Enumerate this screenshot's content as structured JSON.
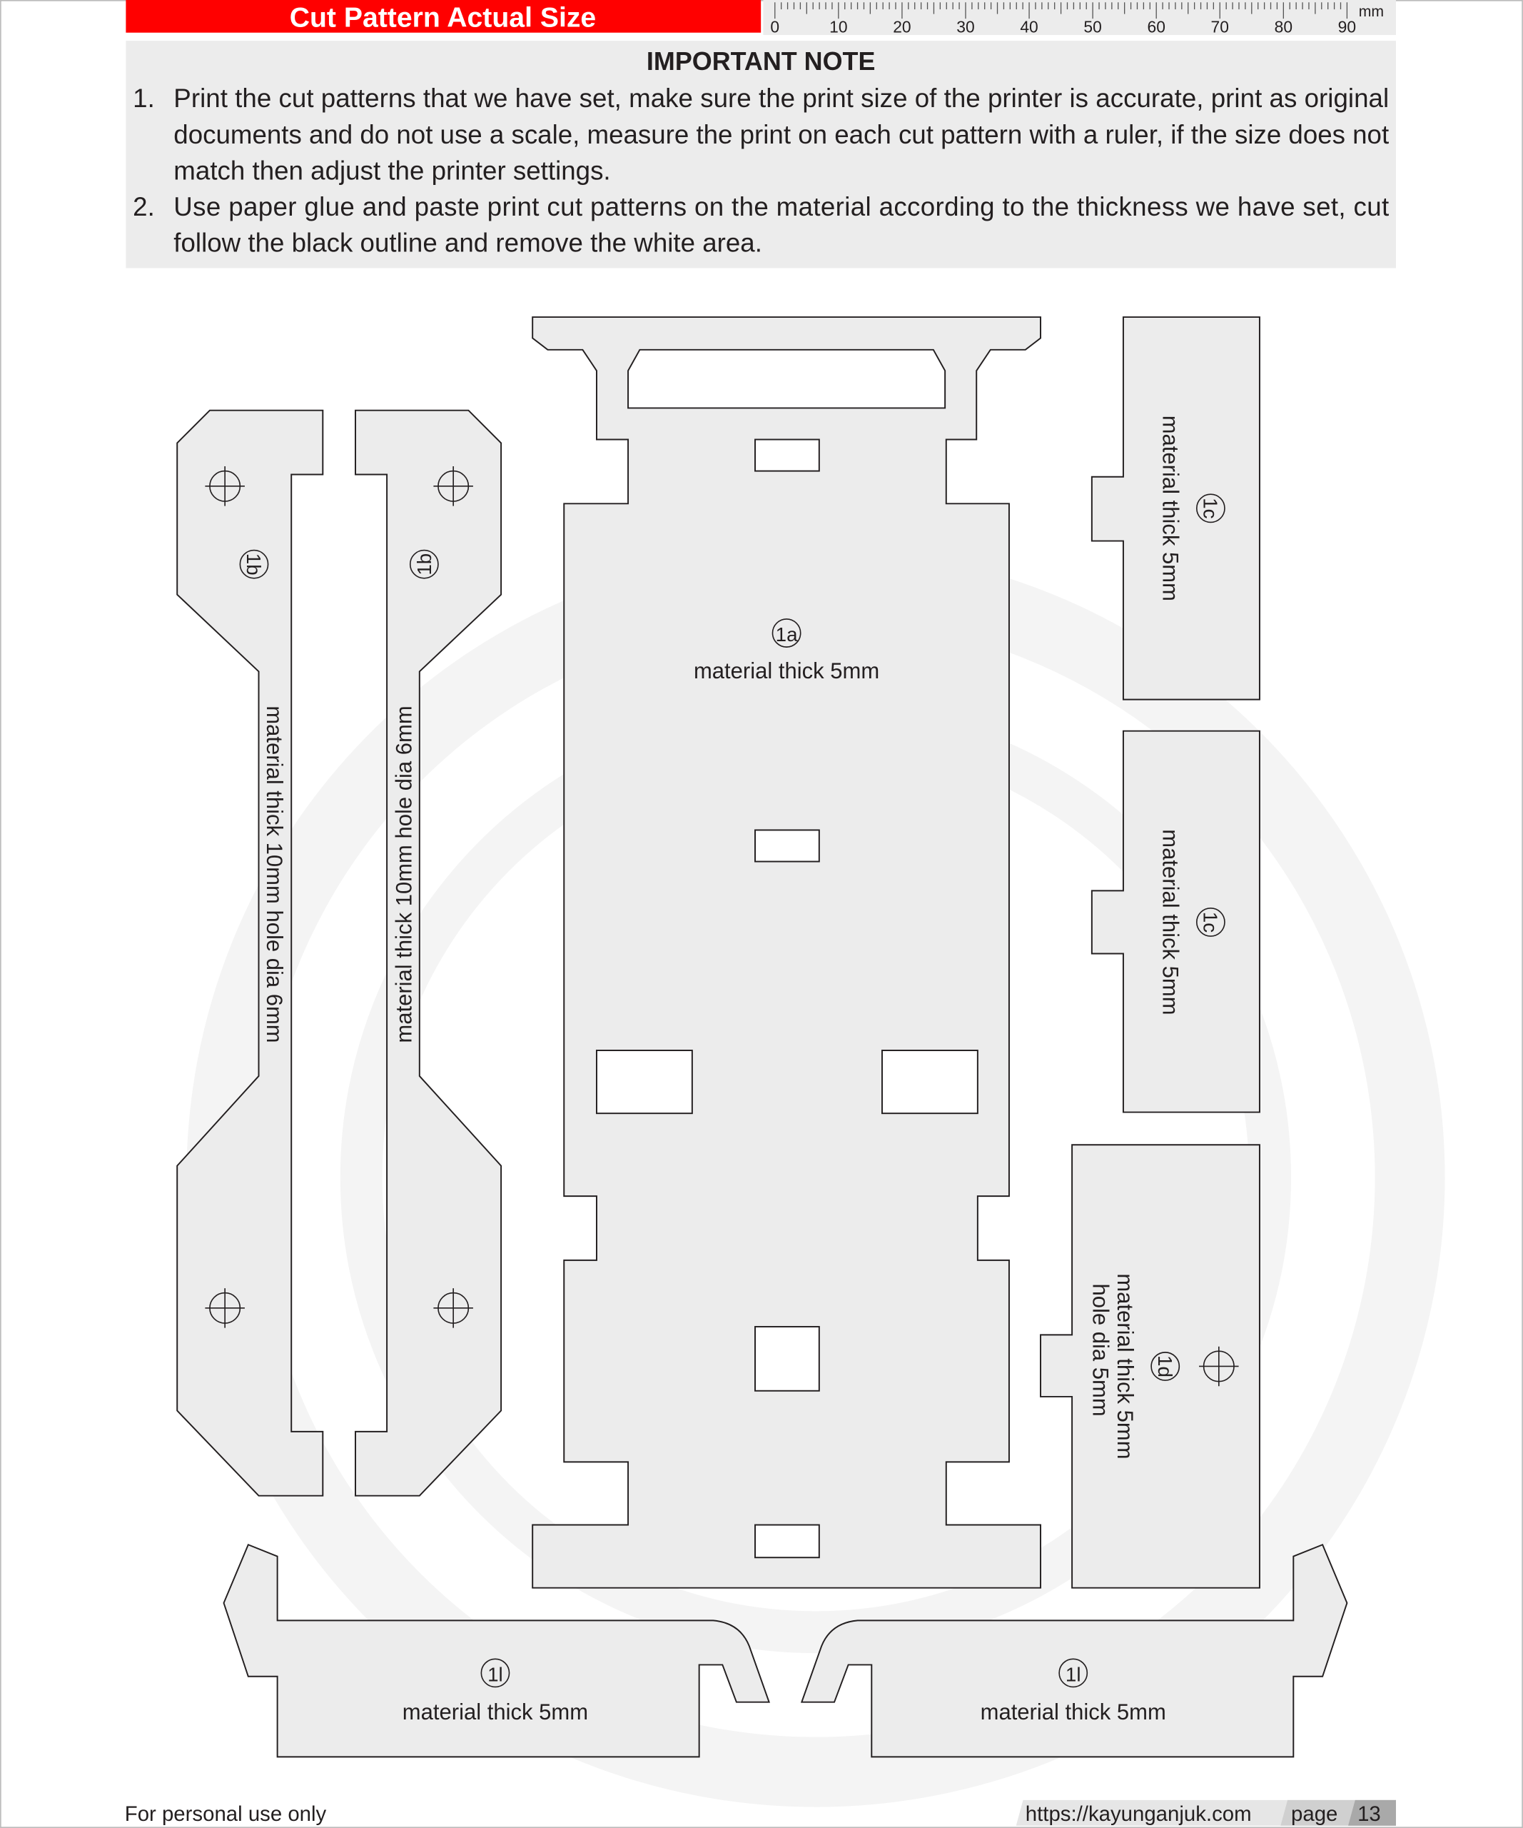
{
  "header": {
    "title": "Cut Pattern Actual Size",
    "ruler_unit": "mm",
    "ruler_labels": [
      "0",
      "10",
      "20",
      "30",
      "40",
      "50",
      "60",
      "70",
      "80",
      "90"
    ],
    "accent_color": "#ff0000"
  },
  "note": {
    "title": "IMPORTANT NOTE",
    "items": [
      {
        "num": "1.",
        "lines": [
          "Print the cut patterns that we have set, make sure the print size of the printer is accurate, print as original",
          "documents and do not use a scale, measure the print on each cut pattern with a ruler, if the size does not",
          "match then adjust the printer settings."
        ]
      },
      {
        "num": "2.",
        "lines": [
          "Use paper glue and paste print cut patterns on the material according to the thickness we have set, cut",
          "follow the black outline and remove the white area."
        ]
      }
    ]
  },
  "parts": {
    "p1a": {
      "id": "1a",
      "label": "material thick 5mm"
    },
    "p1b_left": {
      "id": "1b",
      "label": "material thick 10mm hole dia 6mm"
    },
    "p1b_right": {
      "id": "1b",
      "label": "material thick 10mm hole dia 6mm"
    },
    "p1c_top": {
      "id": "1c",
      "label": "material thick 5mm"
    },
    "p1c_bottom": {
      "id": "1c",
      "label": "material thick 5mm"
    },
    "p1d": {
      "id": "1d",
      "label_line1": "material thick 5mm",
      "label_line2": "hole dia 5mm"
    },
    "p1l_left": {
      "id": "1l",
      "label": "material thick 5mm"
    },
    "p1l_right": {
      "id": "1l",
      "label": "material thick 5mm"
    }
  },
  "footer": {
    "left": "For personal use only",
    "url": "https://kayunganjuk.com",
    "page_label": "page",
    "page_number": "13"
  }
}
